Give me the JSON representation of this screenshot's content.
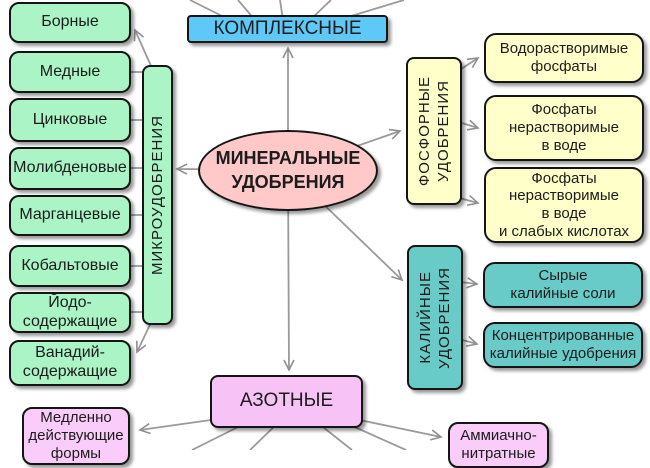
{
  "diagram": {
    "title": "МИНЕРАЛЬНЫЕ УДОБРЕНИЯ",
    "root": {
      "label": "МИНЕРАЛЬНЫЕ\nУДОБРЕНИЯ"
    },
    "complex": {
      "label": "КОМПЛЕКСНЫЕ"
    },
    "micro": {
      "label": "МИКРОУДОБРЕНИЯ",
      "items": [
        "Борные",
        "Медные",
        "Цинковые",
        "Молибденовые",
        "Марганцевые",
        "Кобальтовые",
        "Йодо-\nсодержащие",
        "Ванадий-\nсодержащие"
      ]
    },
    "phosphate": {
      "label_lines": [
        "ФОСФОРНЫЕ",
        "УДОБРЕНИЯ"
      ],
      "items": [
        "Водорастворимые\nфосфаты",
        "Фосфаты\nнерастворимые\nв воде",
        "Фосфаты\nнерастворимые\nв воде\nи слабых кислотах"
      ]
    },
    "potassium": {
      "label_lines": [
        "КАЛИЙНЫЕ",
        "УДОБРЕНИЯ"
      ],
      "items": [
        "Сырые\nкалийные соли",
        "Концентрированные\nкалийные удобрения"
      ]
    },
    "nitrogen": {
      "label": "АЗОТНЫЕ",
      "items": [
        "Медленно\nдействующие\nформы",
        "Аммиачно-\nнитратные"
      ]
    },
    "colors": {
      "micro_green": "#aaf4c5",
      "complex_blue": "#5ec8f7",
      "root_pink": "#ffc9c9",
      "phosphate_yellow": "#feffc9",
      "potassium_teal": "#68cbc8",
      "nitrogen_magenta": "#f7c3f7",
      "connector_gray": "#9a9a9a",
      "border_black": "#151515"
    }
  }
}
